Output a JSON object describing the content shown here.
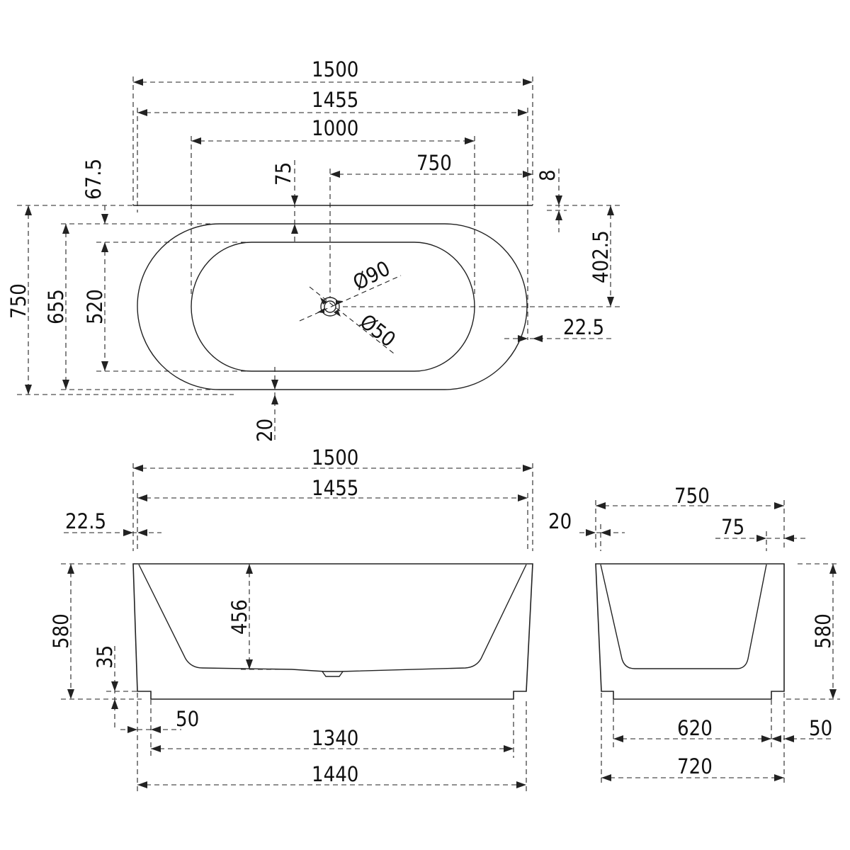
{
  "top_view": {
    "dims": {
      "length_overall": "1500",
      "length_inner_rim": "1455",
      "basin_length": "1000",
      "drain_offset": "750",
      "rim_offset": "75",
      "wall_gap": "8",
      "top_offset": "67.5",
      "width_overall": "750",
      "width_rim": "655",
      "basin_width": "520",
      "drain_y_offset": "402.5",
      "side_offset": "22.5",
      "bottom_offset": "20",
      "overflow_diameter": "Ø90",
      "drain_diameter": "Ø50"
    }
  },
  "front_view": {
    "dims": {
      "length_overall": "1500",
      "length_inner_rim": "1455",
      "side_offset": "22.5",
      "height": "580",
      "depth": "456",
      "base_recess": "35",
      "base_inset": "50",
      "base_length": "1340",
      "base_outer": "1440"
    }
  },
  "side_view": {
    "dims": {
      "width_overall": "750",
      "wall_offset": "20",
      "rim_offset": "75",
      "height": "580",
      "base_width": "620",
      "base_inset": "50",
      "base_outer": "720"
    }
  }
}
